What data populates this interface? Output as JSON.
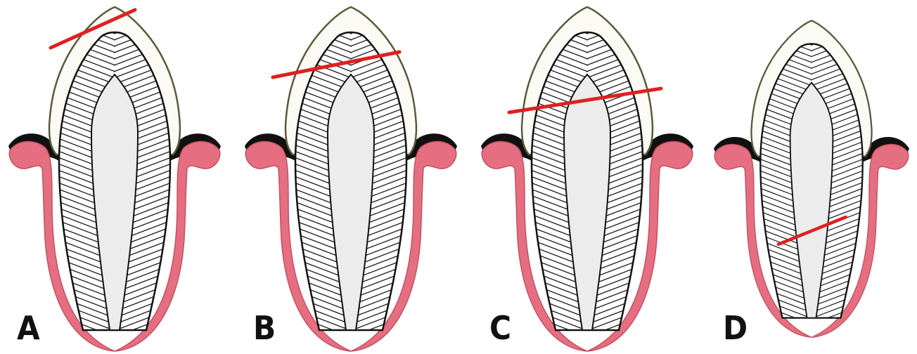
{
  "panels": [
    {
      "id": "A",
      "label": "A",
      "fracture_line": "crown-tip"
    },
    {
      "id": "B",
      "label": "B",
      "fracture_line": "crown-middle"
    },
    {
      "id": "C",
      "label": "C",
      "fracture_line": "crown-cervical"
    },
    {
      "id": "D",
      "label": "D",
      "fracture_line": "root"
    }
  ],
  "colors": {
    "enamel": "#fbfaf4",
    "enamel_outline": "#5a5a3a",
    "dentin_hatch": "#1a1a1a",
    "pulp": "#ececec",
    "gum": "#e56f80",
    "gum_shadow": "#111111",
    "fracture_line": "#e02020"
  }
}
